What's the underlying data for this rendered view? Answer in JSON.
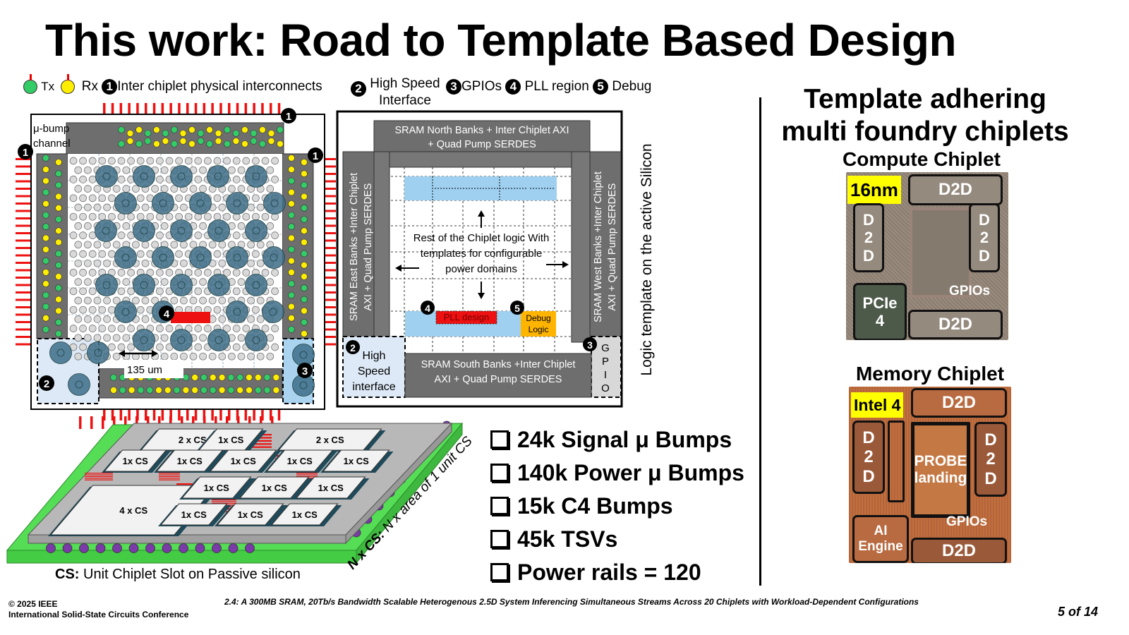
{
  "slide": {
    "title": "This work: Road to Template Based Design",
    "page": "5 of 14"
  },
  "legend": {
    "tx": "Tx",
    "rx": "Rx",
    "items": [
      {
        "num": "1",
        "label": "Inter chiplet physical interconnects"
      },
      {
        "num": "2",
        "label_line1": "High Speed",
        "label_line2": "Interface"
      },
      {
        "num": "3",
        "label": "GPIOs"
      },
      {
        "num": "4",
        "label": "PLL region"
      },
      {
        "num": "5",
        "label": "Debug"
      }
    ],
    "colors": {
      "tx": "#33cc66",
      "rx": "#ffee00",
      "wire": "#ee1111"
    }
  },
  "bump_diagram": {
    "channel_label_1": "μ-bump",
    "channel_label_2": "channel",
    "pitch_label": "135 um",
    "markers": [
      "1",
      "1",
      "1",
      "2",
      "3",
      "4"
    ]
  },
  "logic_template": {
    "north": [
      "SRAM North Banks +  Inter Chiplet AXI",
      "+ Quad Pump SERDES"
    ],
    "south": [
      "SRAM South Banks +Inter Chiplet",
      "AXI + Quad Pump SERDES"
    ],
    "east": [
      "SRAM East Banks +Inter Chiplet",
      "AXI + Quad Pump SERDES"
    ],
    "west": [
      "SRAM West Banks +Inter Chiplet",
      "AXI + Quad Pump SERDES"
    ],
    "center": [
      "Rest of the Chiplet logic With",
      "templates for configurable",
      "power domains"
    ],
    "pll": "PLL design",
    "debug": [
      "Debug",
      "Logic"
    ],
    "hsi": [
      "High",
      "Speed",
      "interface"
    ],
    "gpio": [
      "G",
      "P",
      "I",
      "O"
    ],
    "side_caption": "Logic template on the active Silicon"
  },
  "passive": {
    "slots_2x": [
      "2 x CS",
      "2 x CS"
    ],
    "slot_4x": "4 x CS",
    "slot_1x": "1x CS",
    "caption_bold": "CS:",
    "caption_rest": " Unit Chiplet Slot on Passive silicon",
    "side_bold": "N x CS:",
    "side_rest": " N x area of 1 unit CS"
  },
  "stats": [
    "24k Signal μ Bumps",
    "140k Power μ Bumps",
    "15k C4 Bumps",
    "45k TSVs",
    "Power rails = 120"
  ],
  "right_panel": {
    "heading_line1": "Template adhering",
    "heading_line2": "multi foundry chiplets",
    "compute": {
      "title": "Compute Chiplet",
      "node": "16nm",
      "d2d_top": "D2D",
      "d2d_left": "D\n2\nD",
      "d2d_right": "D\n2\nD",
      "pcie": "PCIe\n4",
      "gpios": "GPIOs",
      "d2d_bottom": "D2D"
    },
    "memory": {
      "title": "Memory Chiplet",
      "node": "Intel 4",
      "d2d_top": "D2D",
      "d2d_left": "D\n2\nD",
      "d2d_right": "D\n2\nD",
      "probe": "PROBE\nlanding",
      "ai": "AI\nEngine",
      "gpios": "GPIOs",
      "d2d_bottom": "D2D"
    }
  },
  "footer": {
    "copyright": "© 2025 IEEE",
    "conference": "International Solid-State Circuits Conference",
    "paper": "2.4: A 300MB SRAM, 20Tb/s Bandwidth Scalable Heterogenous 2.5D System Inferencing Simultaneous Streams Across 20 Chiplets  with Workload-Dependent Configurations"
  }
}
